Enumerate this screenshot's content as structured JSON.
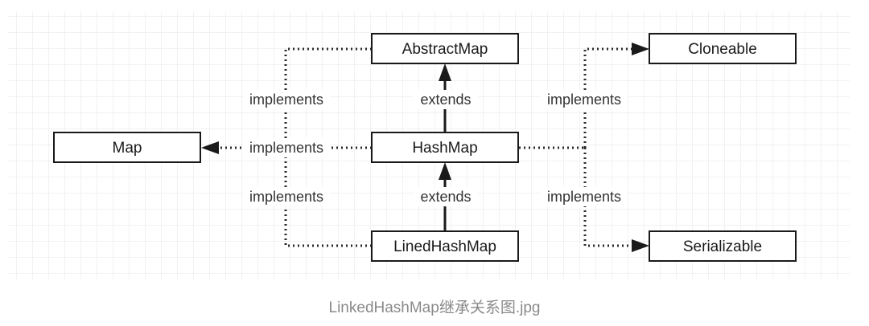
{
  "diagram": {
    "nodes": {
      "abstract_map": "AbstractMap",
      "cloneable": "Cloneable",
      "map": "Map",
      "hash_map": "HashMap",
      "lined_hash_map": "LinedHashMap",
      "serializable": "Serializable"
    },
    "edges": {
      "hashmap_extends_abstractmap": "extends",
      "linedhashmap_extends_hashmap": "extends",
      "abstractmap_implements_map": "implements",
      "hashmap_implements_map": "implements",
      "linedhashmap_implements_map": "implements",
      "hashmap_implements_cloneable": "implements",
      "hashmap_implements_serializable": "implements"
    }
  },
  "caption": "LinkedHashMap继承关系图.jpg",
  "colors": {
    "grid": "#e6e6e6",
    "stroke": "#1a1a1a",
    "caption": "#8a8a8a"
  }
}
